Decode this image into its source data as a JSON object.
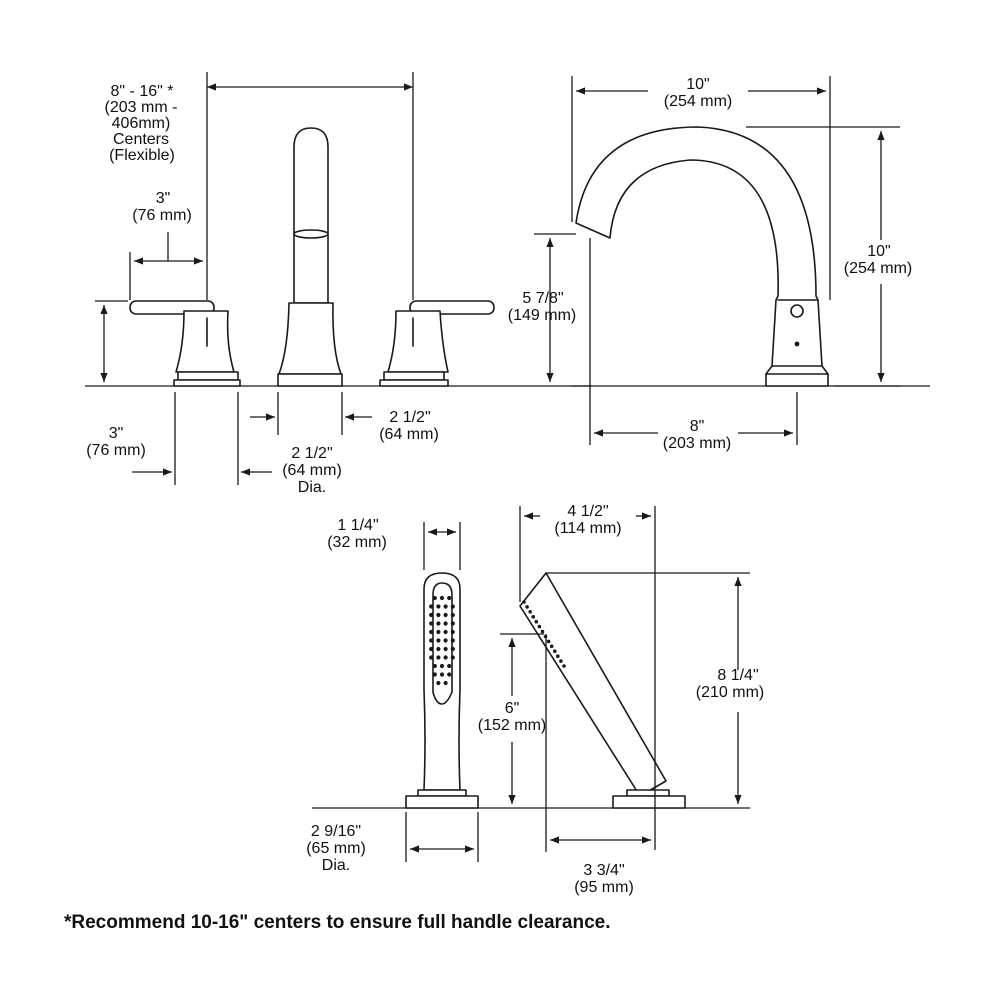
{
  "dimensions": {
    "centers": [
      "8\" - 16\" *",
      "(203 mm -",
      "406mm)",
      "Centers",
      "(Flexible)"
    ],
    "handle_reach": [
      "3\"",
      "(76 mm)"
    ],
    "handle_height": [
      "3\"",
      "(76 mm)"
    ],
    "spout_base_width": [
      "2 1/2\"",
      "(64 mm)"
    ],
    "escutcheon_dia": [
      "2 1/2\"",
      "(64 mm)",
      "Dia."
    ],
    "spout_reach": [
      "10\"",
      "(254 mm)"
    ],
    "spout_height": [
      "10\"",
      "(254 mm)"
    ],
    "spout_outlet_height": [
      "5 7/8\"",
      "(149 mm)"
    ],
    "spout_base_to_outlet": [
      "8\"",
      "(203 mm)"
    ],
    "handshower_width": [
      "1 1/4\"",
      "(32 mm)"
    ],
    "handshower_base_dia": [
      "2 9/16\"",
      "(65 mm)",
      "Dia."
    ],
    "handshower_reach": [
      "4 1/2\"",
      "(114 mm)"
    ],
    "handshower_height": [
      "8 1/4\"",
      "(210 mm)"
    ],
    "handshower_face_height": [
      "6\"",
      "(152 mm)"
    ],
    "handshower_base_offset": [
      "3 3/4\"",
      "(95 mm)"
    ]
  },
  "footnote": "*Recommend 10-16\" centers to ensure full handle clearance.",
  "colors": {
    "line": "#1a1a1a",
    "background": "#ffffff",
    "text": "#111111"
  }
}
